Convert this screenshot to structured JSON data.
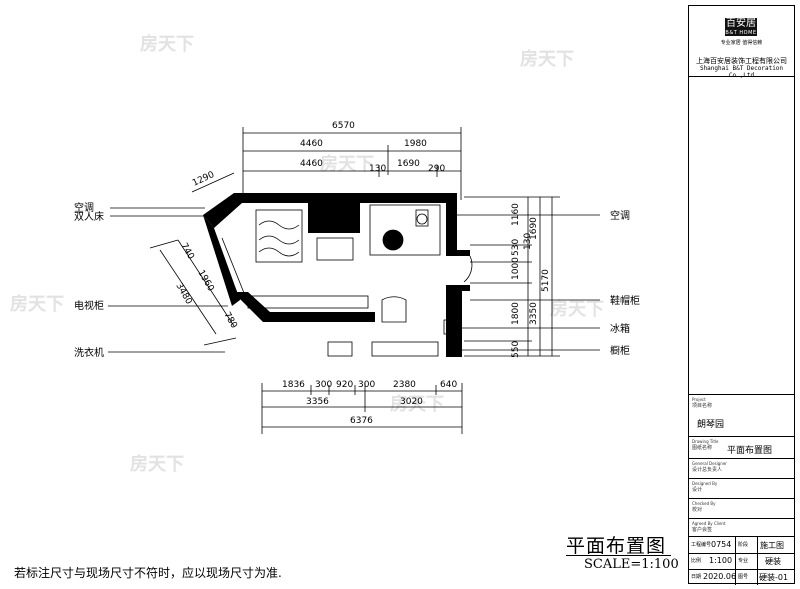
{
  "company": {
    "logo_text": "百安居",
    "logo_sub": "B&T HOME",
    "slogan": "专业家居  值得信赖",
    "name_cn": "上海百安居装饰工程有限公司",
    "name_en": "Shanghai B&T Decoration Co.,Ltd"
  },
  "titleblock": {
    "project_caption_en": "Project",
    "project_caption_cn": "项目名称",
    "project_name": "朗琴园",
    "drawing_caption_en": "Drawing Title",
    "drawing_caption_cn": "图纸名称",
    "drawing_title": "平面布置图",
    "general_designer_en": "General Designer",
    "general_designer_cn": "设计总负责人",
    "designed_by_en": "Designed By",
    "designed_by_cn": "设计",
    "checked_by_en": "Checked By",
    "checked_by_cn": "校对",
    "agreed_by_en": "Agreed By Client",
    "agreed_by_cn": "客户会签",
    "job_no_label": "工程编号",
    "job_no": "0754",
    "stage_label": "阶段",
    "stage": "施工图",
    "scale_label": "比例",
    "scale": "1:100",
    "major_label": "专业",
    "major": "硬装",
    "date_label": "日期",
    "date": "2020.06",
    "drawing_no_label": "图号",
    "drawing_no": "硬装-01"
  },
  "sheet": {
    "title": "平面布置图",
    "scale_text": "SCALE=1:100",
    "note": "若标注尺寸与现场尺寸不符时，应以现场尺寸为准."
  },
  "dimensions": {
    "top_total": "6570",
    "top_row2": [
      "4460",
      "1980"
    ],
    "top_row3": [
      "4460",
      "130",
      "1690",
      "290"
    ],
    "diag_top": "1290",
    "diag_left": [
      "740",
      "1960",
      "3480",
      "780"
    ],
    "right_col1": [
      "1160",
      "530",
      "1000",
      "130",
      "1800",
      "550"
    ],
    "right_col2": [
      "1690",
      "3350"
    ],
    "right_total": "5170",
    "bottom_row1": [
      "1836",
      "300",
      "920",
      "300",
      "2380",
      "640"
    ],
    "bottom_row2": [
      "3356",
      "3020"
    ],
    "bottom_total": "6376"
  },
  "labels": {
    "left": [
      "空调",
      "双人床",
      "电视柜",
      "洗衣机"
    ],
    "right": [
      "空调",
      "鞋帽柜",
      "冰箱",
      "橱柜"
    ]
  },
  "watermark": "房天下"
}
